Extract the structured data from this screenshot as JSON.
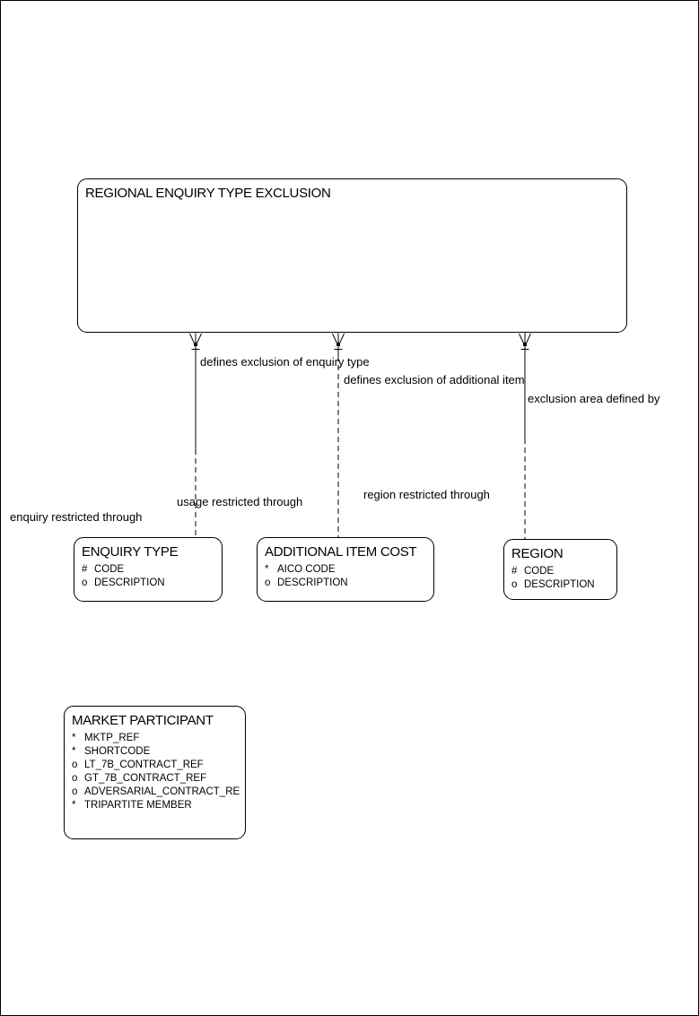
{
  "entities": {
    "regional_enquiry_type_exclusion": {
      "title": "REGIONAL ENQUIRY TYPE EXCLUSION"
    },
    "enquiry_type": {
      "title": "ENQUIRY TYPE",
      "attributes": [
        {
          "marker": "#",
          "name": "CODE"
        },
        {
          "marker": "o",
          "name": "DESCRIPTION"
        }
      ]
    },
    "additional_item_cost": {
      "title": "ADDITIONAL ITEM COST",
      "attributes": [
        {
          "marker": "*",
          "name": "AICO CODE"
        },
        {
          "marker": "o",
          "name": "DESCRIPTION"
        }
      ]
    },
    "region": {
      "title": "REGION",
      "attributes": [
        {
          "marker": "#",
          "name": "CODE"
        },
        {
          "marker": "o",
          "name": "DESCRIPTION"
        }
      ]
    },
    "market_participant": {
      "title": "MARKET PARTICIPANT",
      "attributes": [
        {
          "marker": "*",
          "name": "MKTP_REF"
        },
        {
          "marker": "*",
          "name": "SHORTCODE"
        },
        {
          "marker": "o",
          "name": "LT_7B_CONTRACT_REF"
        },
        {
          "marker": "o",
          "name": "GT_7B_CONTRACT_REF"
        },
        {
          "marker": "o",
          "name": "ADVERSARIAL_CONTRACT_RE"
        },
        {
          "marker": "*",
          "name": "TRIPARTITE MEMBER"
        }
      ]
    }
  },
  "relationships": {
    "enquiry_type": {
      "parent_label": "defines exclusion of enquiry type",
      "child_label": "enquiry restricted through"
    },
    "additional_item_cost": {
      "parent_label": "defines exclusion of additional item",
      "child_label": "usage restricted through"
    },
    "region": {
      "parent_label": "exclusion area defined by",
      "child_label": "region restricted through"
    }
  },
  "colors": {
    "line": "#000000",
    "background": "#ffffff"
  }
}
